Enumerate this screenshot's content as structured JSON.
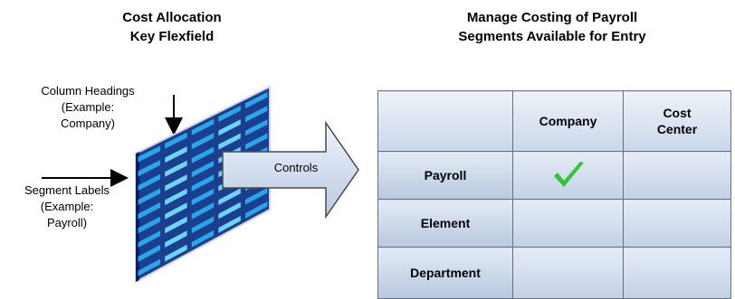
{
  "left_title": "Cost Allocation\nKey Flexfield",
  "right_title": "Manage Costing of Payroll\nSegments Available for Entry",
  "callouts": {
    "column_headings": "Column Headings\n(Example:\nCompany)",
    "segment_labels": "Segment Labels\n(Example:\nPayroll)"
  },
  "arrow_label": "Controls",
  "table": {
    "columns": [
      "Company",
      "Cost\nCenter"
    ],
    "rows": [
      {
        "label": "Payroll",
        "checked": [
          true,
          false
        ]
      },
      {
        "label": "Element",
        "checked": [
          false,
          false
        ]
      },
      {
        "label": "Department",
        "checked": [
          false,
          false
        ]
      }
    ]
  },
  "colors": {
    "grid_cell": "#2aa6e8",
    "grid_cell_light": "#6fd3f5",
    "grid_frame": "#1a3f8f",
    "arrow_fill": "#c9d6ea",
    "check": "#33c43a"
  }
}
